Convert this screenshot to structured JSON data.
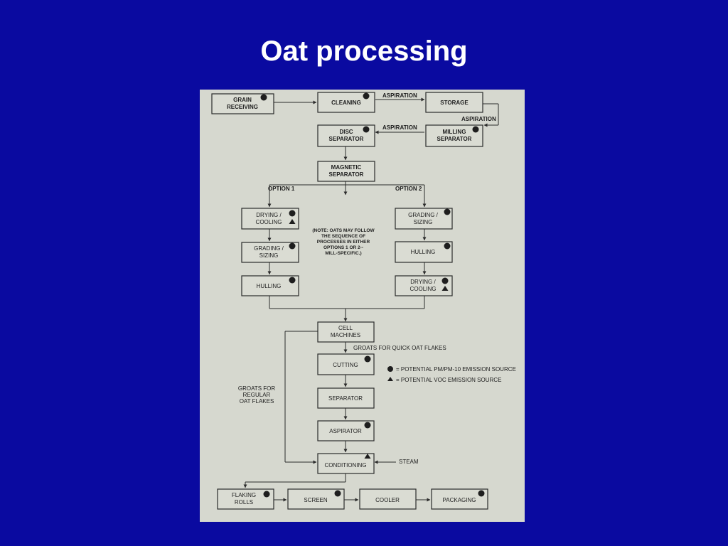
{
  "title": "Oat processing",
  "flowchart": {
    "boxes": {
      "grain_receiving": [
        "GRAIN",
        "RECEIVING"
      ],
      "cleaning": [
        "CLEANING"
      ],
      "storage": [
        "STORAGE"
      ],
      "milling_separator": [
        "MILLING",
        "SEPARATOR"
      ],
      "disc_separator": [
        "DISC",
        "SEPARATOR"
      ],
      "magnetic_separator": [
        "MAGNETIC",
        "SEPARATOR"
      ],
      "drying_cooling_1": [
        "DRYING /",
        "COOLING"
      ],
      "grading_sizing_1": [
        "GRADING /",
        "SIZING"
      ],
      "hulling_1": [
        "HULLING"
      ],
      "grading_sizing_2": [
        "GRADING /",
        "SIZING"
      ],
      "hulling_2": [
        "HULLING"
      ],
      "drying_cooling_2": [
        "DRYING /",
        "COOLING"
      ],
      "cell_machines": [
        "CELL",
        "MACHINES"
      ],
      "cutting": [
        "CUTTING"
      ],
      "separator": [
        "SEPARATOR"
      ],
      "aspirator": [
        "ASPIRATOR"
      ],
      "conditioning": [
        "CONDITIONING"
      ],
      "flaking_rolls": [
        "FLAKING",
        "ROLLS"
      ],
      "screen": [
        "SCREEN"
      ],
      "cooler": [
        "COOLER"
      ],
      "packaging": [
        "PACKAGING"
      ]
    },
    "labels": {
      "aspiration_1": "ASPIRATION",
      "aspiration_2": "ASPIRATION",
      "aspiration_3": "ASPIRATION",
      "option_1": "OPTION 1",
      "option_2": "OPTION 2",
      "note": [
        "(NOTE:  OATS MAY FOLLOW",
        "THE SEQUENCE OF",
        "PROCESSES IN EITHER",
        "OPTIONS 1 OR 2--",
        "MILL-SPECIFIC.)"
      ],
      "groats_quick": "GROATS FOR QUICK OAT FLAKES",
      "groats_regular": [
        "GROATS FOR",
        "REGULAR",
        "OAT FLAKES"
      ],
      "steam": "STEAM"
    },
    "legend": {
      "pm": "= POTENTIAL PM/PM-10 EMISSION SOURCE",
      "voc": "= POTENTIAL VOC EMISSION SOURCE"
    },
    "colors": {
      "background": "#0a0aa0",
      "paper": "#d6d8cf",
      "ink": "#1e1e1e"
    }
  }
}
